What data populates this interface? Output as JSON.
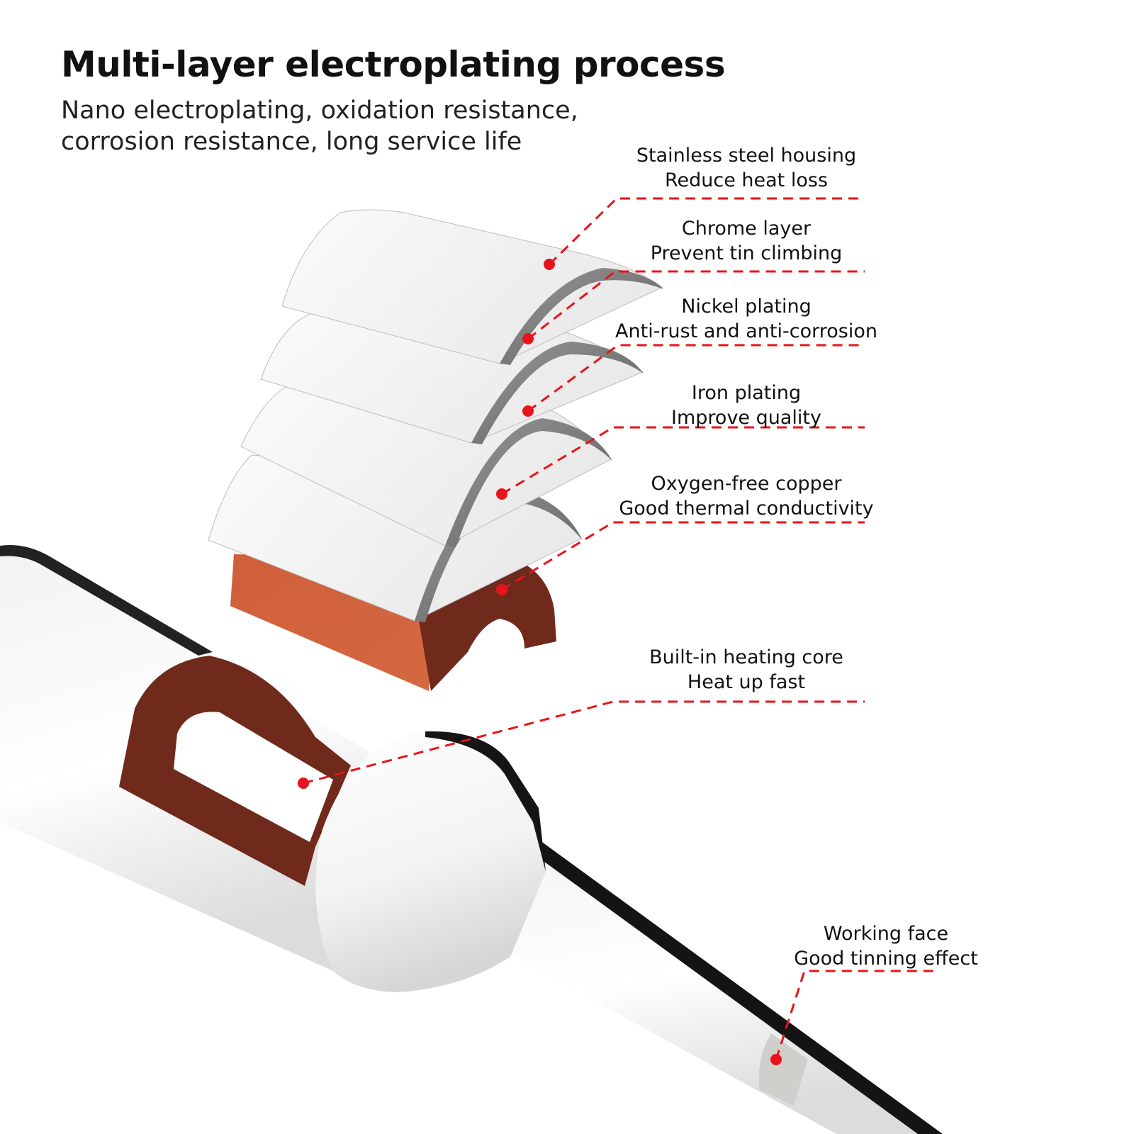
{
  "header": {
    "title": "Multi-layer electroplating process",
    "subtitle_line1": "Nano electroplating, oxidation resistance,",
    "subtitle_line2": "corrosion resistance, long service life"
  },
  "colors": {
    "leader": "#e8141b",
    "copper_front": "#d05f3a",
    "copper_dark": "#6f2a1c",
    "plate_face": "#f1f1f1",
    "working_face": "#cfcfcb"
  },
  "layers": [
    {
      "name": "Stainless steel housing",
      "benefit": "Reduce heat loss"
    },
    {
      "name": "Chrome layer",
      "benefit": "Prevent tin climbing"
    },
    {
      "name": "Nickel plating",
      "benefit": "Anti-rust and anti-corrosion"
    },
    {
      "name": "Iron plating",
      "benefit": "Improve quality"
    },
    {
      "name": "Oxygen-free copper",
      "benefit": "Good thermal conductivity"
    },
    {
      "name": "Built-in heating core",
      "benefit": "Heat up fast"
    },
    {
      "name": "Working face",
      "benefit": "Good tinning effect"
    }
  ]
}
